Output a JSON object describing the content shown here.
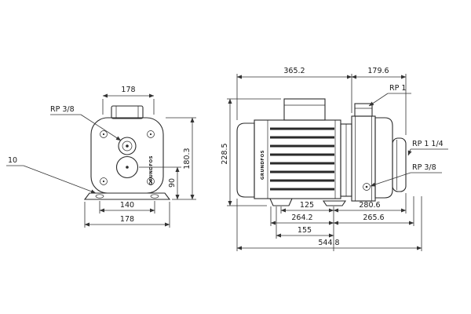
{
  "front_view": {
    "dims": {
      "top_width": "178",
      "total_height": "180.3",
      "port_center_height": "90",
      "foot_hole_spacing": "140",
      "base_width": "178",
      "foot_hole_dia": "10"
    },
    "labels": {
      "discharge_port": "RP 3/8"
    },
    "logo": "GRUNDFOS"
  },
  "side_view": {
    "dims": {
      "motor_length": "365.2",
      "head_length": "179.6",
      "total_height": "228.5",
      "foot_spacing": "125",
      "foot_to_port_end": "280.6",
      "end_to_foot": "264.2",
      "foot_to_end": "265.6",
      "end_to_foot_hole": "155",
      "total_length": "544.8"
    },
    "labels": {
      "top_port": "RP 1",
      "inlet_port": "RP 1 1/4",
      "drain_port": "RP 3/8"
    },
    "logo": "GRUNDFOS"
  }
}
